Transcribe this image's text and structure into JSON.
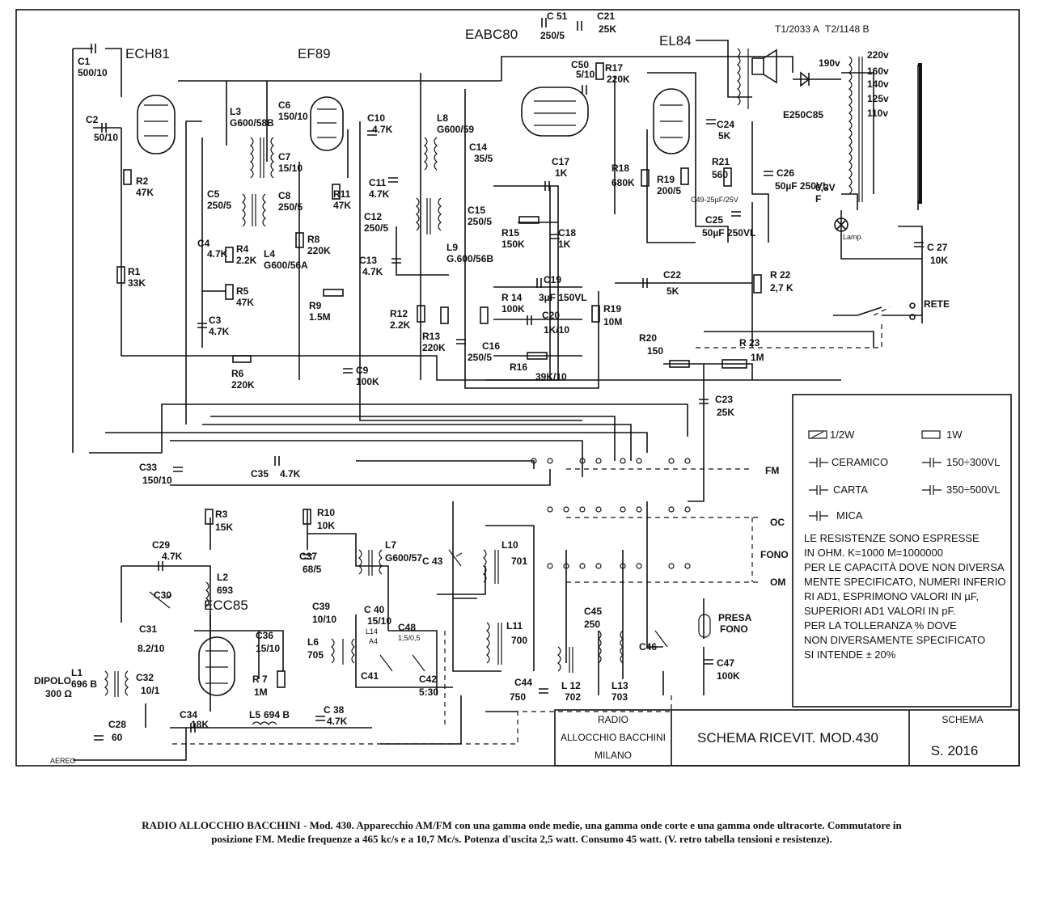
{
  "tubes": [
    {
      "id": "ech81",
      "name": "ECH81"
    },
    {
      "id": "ef89",
      "name": "EF89"
    },
    {
      "id": "eabc80",
      "name": "EABC80"
    },
    {
      "id": "el84",
      "name": "EL84"
    },
    {
      "id": "ecc85",
      "name": "ECC85"
    }
  ],
  "transformers": {
    "t1": "T1/2033 A",
    "t2": "T2/1148 B"
  },
  "labels": {
    "c1": "C1",
    "c1v": "500/10",
    "c2": "C2",
    "c2v": "50/10",
    "r2": "R2",
    "r2v": "47K",
    "r1": "R1",
    "r1v": "33K",
    "l3": "L3",
    "l3v": "G600/58B",
    "c5": "C5",
    "c5v": "250/5",
    "c4": "C4",
    "c4v": "4.7K",
    "r4": "R4",
    "r4v": "2.2K",
    "l4": "L4",
    "l4v": "G600/56A",
    "r5": "R5",
    "r5v": "47K",
    "c3": "C3",
    "c3v": "4.7K",
    "c6": "C6",
    "c6v": "150/10",
    "c7": "C7",
    "c7v": "15/10",
    "c8": "C8",
    "c8v": "250/5",
    "r8": "R8",
    "r8v": "220K",
    "r9": "R9",
    "r9v": "1.5M",
    "r6": "R6",
    "r6v": "220K",
    "c9": "C9",
    "c9v": "100K",
    "c10": "C10",
    "c10v": "4.7K",
    "c11": "C11",
    "c11v": "4.7K",
    "r11": "R11",
    "r11v": "47K",
    "c12": "C12",
    "c12v": "250/5",
    "c13": "C13",
    "c13v": "4.7K",
    "l8": "L8",
    "l8v": "G600/59",
    "c14": "C14",
    "c14v": "35/5",
    "c15": "C15",
    "c15v": "250/5",
    "l9": "L9",
    "l9v": "G.600/56B",
    "c17": "C17",
    "c17v": "1K",
    "r15": "R15",
    "r15v": "150K",
    "c18": "C18",
    "c18v": "1K",
    "r12": "R12",
    "r12v": "2.2K",
    "r13": "R13",
    "r13v": "220K",
    "c16": "C16",
    "c16v": "250/5",
    "r14": "R 14",
    "r14v": "100K",
    "c19": "C19",
    "c19v": "3µF 150VL",
    "c20": "C20",
    "c20v": "1K/10",
    "r16": "R16",
    "r16v": "39K/10",
    "r19b": "R19",
    "r19bv": "10M",
    "c50": "C50",
    "c50v": "5/10",
    "r17": "R17",
    "r17v": "220K",
    "c51": "C 51",
    "c51v": "250/5",
    "c21": "C21",
    "c21v": "25K",
    "r18": "R18",
    "r18v": "680K",
    "r19": "R19",
    "r19v": "200/5",
    "c24": "C24",
    "c24v": "5K",
    "r21": "R21",
    "r21v": "560",
    "c25": "C25",
    "c25v": "50µF 250VL",
    "c26": "C26",
    "c26v": "50µF 250VL",
    "c49": "C49-25µF/25V",
    "e250": "E250C85",
    "c22": "C22",
    "c22v": "5K",
    "r22": "R 22",
    "r22v": "2,7 K",
    "r20": "R20",
    "r20v": "150",
    "r23": "R 23",
    "r23v": "1M",
    "c23": "C23",
    "c23v": "25K",
    "c27": "C 27",
    "c27v": "10K",
    "rete": "RETE",
    "lamp": "Lamp.",
    "v63": "6,3V",
    "f": "F",
    "v220": "220v",
    "v160": "160v",
    "v140": "140v",
    "v125": "125v",
    "v110": "110v",
    "v190": "190v",
    "c33": "C33",
    "c33v": "150/10",
    "c35": "C35",
    "c35v": "4.7K",
    "r3": "R3",
    "r3v": "15K",
    "r10": "R10",
    "r10v": "10K",
    "c29": "C29",
    "c29v": "4.7K",
    "c30": "C30",
    "c31": "C31",
    "c31v": "8.2/10",
    "l2": "L2",
    "l2v": "693",
    "c37": "C37",
    "c37v": "68/5",
    "l7": "L7",
    "l7v": "G600/57",
    "c43": "C 43",
    "l10": "L10",
    "l10v": "701",
    "l1": "L1",
    "l1v": "696 B",
    "c32": "C32",
    "c32v": "10/1",
    "dipolo": "DIPOLO",
    "dipolov": "300 Ω",
    "c28": "C28",
    "c28v": "60",
    "c34": "C34",
    "c34v": "18K",
    "l5": "L5",
    "l5v": "694 B",
    "c38": "C 38",
    "c38v": "4.7K",
    "c36": "C36",
    "c36v": "15/10",
    "r7": "R 7",
    "r7v": "1M",
    "c39": "C39",
    "c39v": "10/10",
    "l6": "L6",
    "l6v": "705",
    "c40": "C 40",
    "c40v": "15/10",
    "l14": "L14",
    "a4": "A4",
    "c41": "C41",
    "c48": "C48",
    "c48v": "1,5/0,5",
    "c42": "C42",
    "c42v": "5:30",
    "l11": "L11",
    "l11v": "700",
    "c44": "C44",
    "c44v": "750",
    "l12": "L 12",
    "l12v": "702",
    "l13": "L13",
    "l13v": "703",
    "c45": "C45",
    "c45v": "250",
    "c46": "C46",
    "presa": "PRESA",
    "fono": "FONO",
    "c47": "C47",
    "c47v": "100K",
    "aereo": "AEREO",
    "fm": "FM",
    "oc": "OC",
    "fonoi": "FONO",
    "om": "OM"
  },
  "legend": {
    "half_w": "1/2W",
    "one_w": "1W",
    "ceramico": "CERAMICO",
    "v150": "150÷300VL",
    "carta": "CARTA",
    "v350": "350÷500VL",
    "mica": "MICA",
    "notes": [
      "LE RESISTENZE SONO ESPRESSE",
      "IN OHM. K=1000 M=1000000",
      "PER LE CAPACITÀ DOVE NON DIVERSA",
      "MENTE SPECIFICATO, NUMERI INFERIO",
      "RI AD1, ESPRIMONO VALORI IN µF,",
      "SUPERIORI AD1 VALORI IN pF.",
      "PER LA TOLLERANZA % DOVE",
      "NON DIVERSAMENTE SPECIFICATO",
      "SI INTENDE ± 20%"
    ]
  },
  "title_block": {
    "brand1": "RADIO",
    "brand2": "ALLOCCHIO BACCHINI",
    "brand3": "MILANO",
    "title": "SCHEMA RICEVIT. MOD.430",
    "schema_label": "SCHEMA",
    "schema_code": "S. 2016"
  },
  "caption": {
    "line1": "RADIO ALLOCCHIO BACCHINI - Mod. 430. Apparecchio AM/FM con una gamma onde medie, una gamma onde corte e una gamma onde ultracorte. Commutatore in",
    "line2": "posizione FM. Medie frequenze a 465 kc/s e a 10,7 Mc/s. Potenza d'uscita 2,5 watt. Consumo 45 watt. (V. retro tabella tensioni e resistenze)."
  }
}
